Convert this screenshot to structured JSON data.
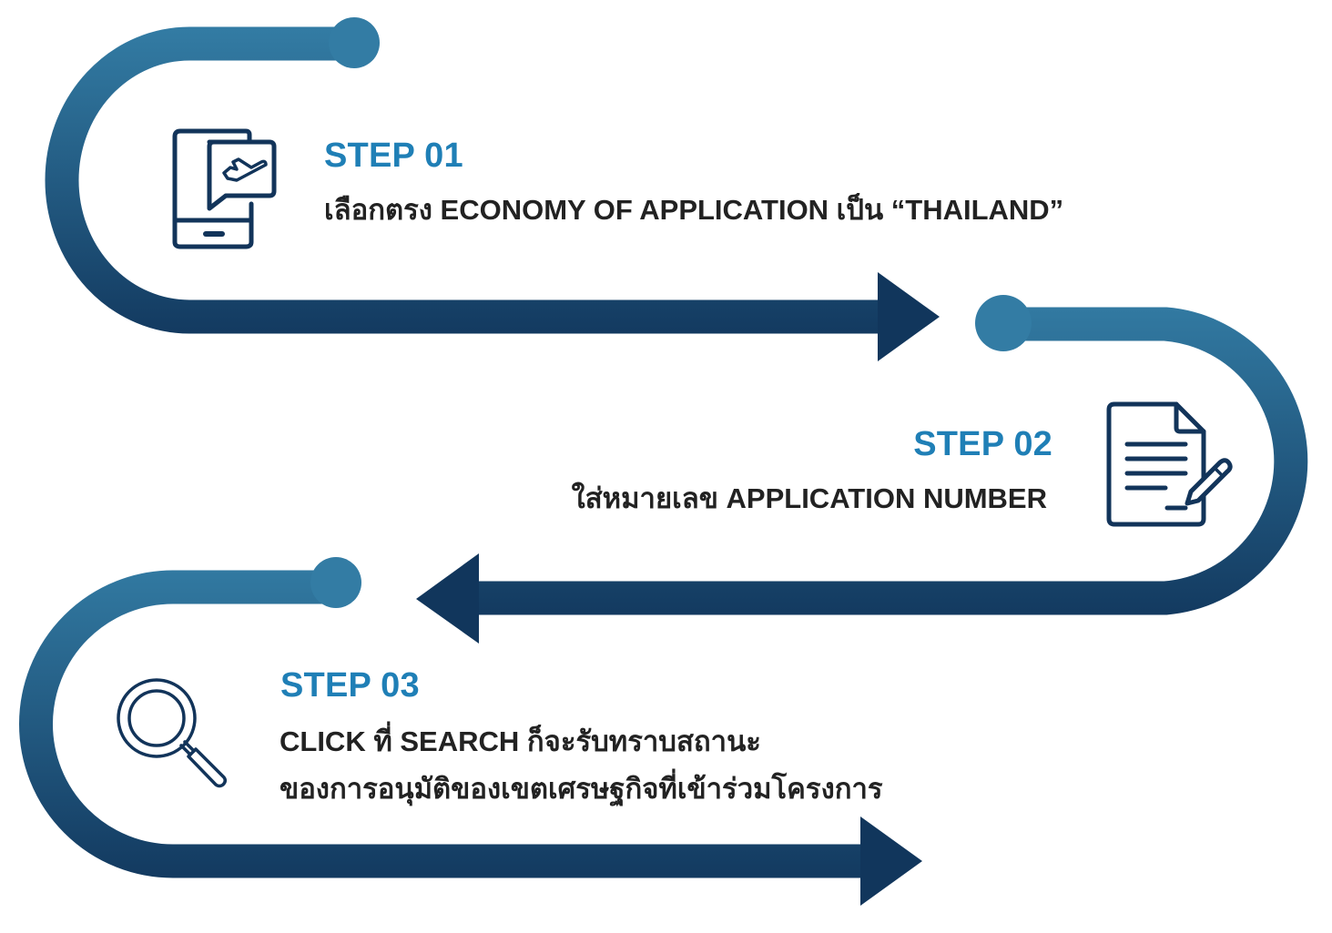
{
  "colors": {
    "path_top": "#337ca4",
    "path_bottom": "#10345a",
    "heading": "#1f7fb6",
    "body_text": "#222222",
    "icon_stroke": "#12345a"
  },
  "steps": [
    {
      "title": "STEP 01",
      "lines": [
        "เลือกตรง ECONOMY OF APPLICATION เป็น “THAILAND”"
      ],
      "icon": "mobile-flight-message-icon",
      "arrow_direction": "right"
    },
    {
      "title": "STEP 02",
      "lines": [
        "ใส่หมายเลข APPLICATION NUMBER"
      ],
      "icon": "document-pen-icon",
      "arrow_direction": "left"
    },
    {
      "title": "STEP 03",
      "lines": [
        "CLICK ที่ SEARCH ก็จะรับทราบสถานะ",
        "ของการอนุมัติของเขตเศรษฐกิจที่เข้าร่วมโครงการ"
      ],
      "icon": "magnifying-glass-icon",
      "arrow_direction": "right"
    }
  ]
}
